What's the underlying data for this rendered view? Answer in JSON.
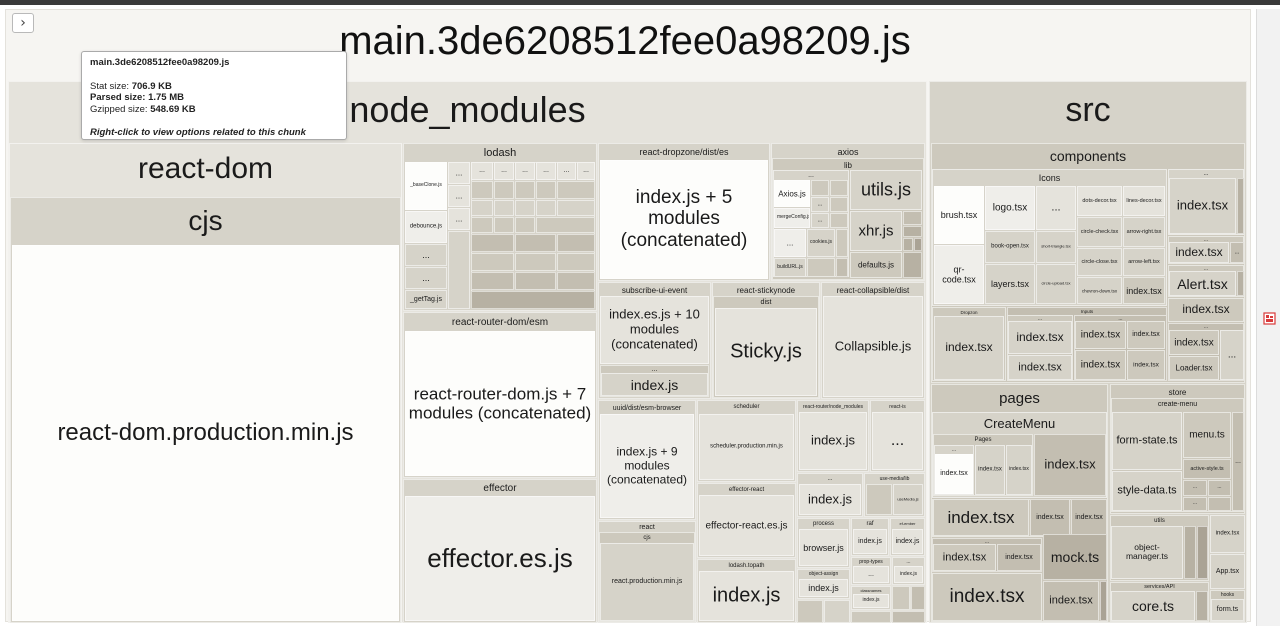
{
  "bundle": {
    "title": "main.3de6208512fee0a98209.js",
    "sidebar_toggle_glyph": "›"
  },
  "tooltip": {
    "title": "main.3de6208512fee0a98209.js",
    "stat_label": "Stat size:",
    "stat_value": "706.9 KB",
    "parsed_label": "Parsed size:",
    "parsed_value": "1.75 MB",
    "gzip_label": "Gzipped size:",
    "gzip_value": "548.69 KB",
    "hint": "Right-click to view options related to this chunk"
  },
  "groups": {
    "node_modules": "node_modules",
    "react_dom": "react-dom",
    "cjs": "cjs",
    "react_dom_prod": "react-dom.production.min.js",
    "lodash": "lodash",
    "lodash_baseclone": "_baseClone.js",
    "lodash_debounce": "debounce.js",
    "lodash_gettag": "_getTag.js",
    "react_router_dom_esm": "react-router-dom/esm",
    "react_router_dom_js": "react-router-dom.js + 7 modules (concatenated)",
    "effector": "effector",
    "effector_es": "effector.es.js",
    "react_dropzone": "react-dropzone/dist/es",
    "dropzone_index": "index.js + 5 modules (concatenated)",
    "axios": "axios",
    "axios_lib": "lib",
    "axios_js": "Axios.js",
    "merge_config": "mergeConfig.js",
    "utils_js": "utils.js",
    "xhr_js": "xhr.js",
    "cookies_js": "cookies.js",
    "build_url": "buildURL.js",
    "defaults_js": "defaults.js",
    "subscribe_ui_event": "subscribe-ui-event",
    "subscribe_index": "index.es.js + 10 modules (concatenated)",
    "subscribe_index2": "index.js",
    "react_stickynode": "react-stickynode",
    "sticky_dist": "dist",
    "sticky_js": "Sticky.js",
    "react_collapsible": "react-collapsible/dist",
    "collapsible_js": "Collapsible.js",
    "uuid": "uuid/dist/esm-browser",
    "uuid_index": "index.js + 9 modules (concatenated)",
    "react": "react",
    "react_cjs": "cjs",
    "react_prod": "react.production.min.js",
    "scheduler": "scheduler",
    "scheduler_prod": "scheduler.production.min.js",
    "effector_react": "effector-react",
    "effector_react_es": "effector-react.es.js",
    "lodash_topath": "lodash.topath",
    "lodash_topath_index": "index.js",
    "react_router_nm": "react-router/node_modules",
    "react_router_index": "index.js",
    "react_is": "react-is",
    "use_media": "use-media/lib",
    "use_media_file": "useMedia.js",
    "misc_index": "index.js",
    "process": "process",
    "browser_js": "browser.js",
    "raf": "raf",
    "raf_index": "index.js",
    "ef_ember": "ef-ember",
    "ef_index": "index.js",
    "object_assign": "object-assign",
    "object_assign_index": "index.js",
    "prop_types": "prop-types",
    "classnames": "classnames",
    "classnames_index": "index.js",
    "dots": "...",
    "src": "src",
    "components": "components",
    "icons": "Icons",
    "brush": "brush.tsx",
    "logo": "logo.tsx",
    "dots_decor": "dots-decor.tsx",
    "lines_decor": "lines-decor.tsx",
    "book_open": "book-open.tsx",
    "short_triangle": "short-triangle.tsx",
    "circle_check": "circle-check.tsx",
    "arrow_right": "arrow-right.tsx",
    "qr_code": "qr-code.tsx",
    "layers": "layers.tsx",
    "circle_upload": "circle-upload.tsx",
    "circle_close": "circle-close.tsx",
    "arrow_left": "arrow-left.tsx",
    "chevron_down": "chevron-down.tsx",
    "icons_index": "index.tsx",
    "index_tsx": "index.tsx",
    "alert_tsx": "Alert.tsx",
    "loader_tsx": "Loader.tsx",
    "dropzone_dir": "Dropzon",
    "inputs_dir": "Inputs",
    "pages": "pages",
    "create_menu": "CreateMenu",
    "pages_sub": "Pages",
    "mock_ts": "mock.ts",
    "store": "store",
    "create_menu_store": "create-menu",
    "form_state": "form-state.ts",
    "menu_ts": "menu.ts",
    "active_style": "active-style.ts",
    "style_data": "style-data.ts",
    "utils_dir": "utils",
    "object_manager": "object-manager.ts",
    "services_api": "services/API",
    "core_ts": "core.ts",
    "app_tsx": "App.tsx",
    "hooks": "hooks",
    "form_ts": "form.ts"
  },
  "colors": {
    "accent_icon": "#d93a3a"
  }
}
